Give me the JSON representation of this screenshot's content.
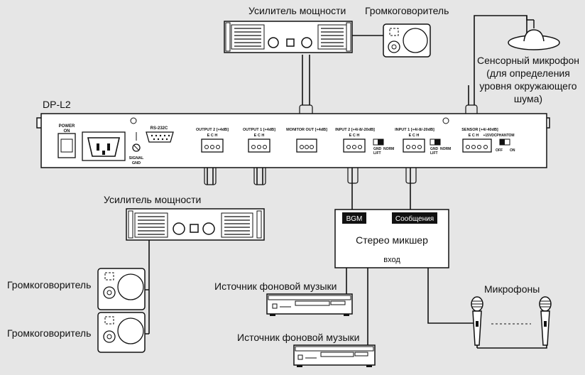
{
  "device": {
    "name": "DP-L2",
    "power_label": "POWER",
    "power_state": "ON",
    "rs232_label": "RS-232C",
    "signal_gnd_line1": "SIGNAL",
    "signal_gnd_line2": "GND",
    "output2_label": "OUTPUT 2 [+4dB]",
    "output1_label": "OUTPUT 1 [+4dB]",
    "monitor_out_label": "MONITOR OUT [+4dB]",
    "input2_label": "INPUT 2 [+4/-8/-20dB]",
    "input1_label": "INPUT 1 [+4/-8/-20dB]",
    "sensor_label": "SENSOR [+4/-40dB]",
    "sensor_voltage": "+15VDC",
    "pin_labels": "E C H",
    "gnd_lift_line1": "GND",
    "gnd_lift_line2": "LIFT",
    "norm_label": "NORM",
    "phantom_label": "PHANTOM",
    "phantom_off": "OFF",
    "phantom_on": "ON"
  },
  "labels": {
    "amp_top": "Усилитель мощности",
    "speaker_top": "Громкоговоритель",
    "sensor_mic_line1": "Сенсорный микрофон",
    "sensor_mic_line2": "(для определения",
    "sensor_mic_line3": "уровня окружающего",
    "sensor_mic_line4": "шума)",
    "amp_bottom": "Усилитель мощности",
    "speaker_bottom_1": "Громкоговоритель",
    "speaker_bottom_2": "Громкоговоритель",
    "bgm_source_1": "Источник фоновой музыки",
    "bgm_source_2": "Источник фоновой музыки",
    "microphones": "Микрофоны"
  },
  "mixer": {
    "bgm_tag": "BGM",
    "messages_tag": "Сообщения",
    "title": "Стерео микшер",
    "input_label": "вход"
  }
}
